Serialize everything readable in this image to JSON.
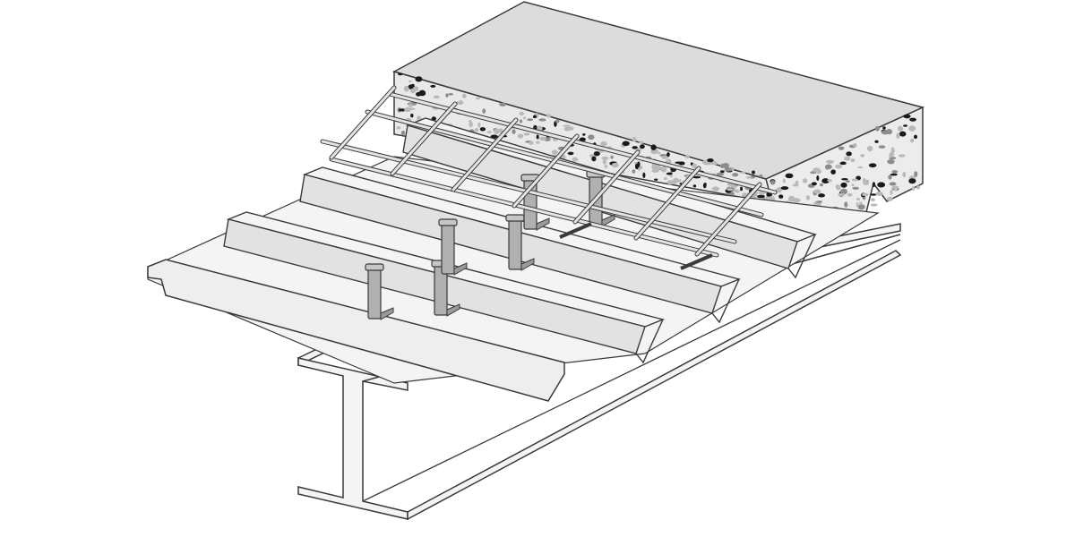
{
  "diagram": {
    "subject": "composite-floor-deck-assembly",
    "components": [
      "steel-i-beam",
      "profiled-steel-deck",
      "shear-studs",
      "rebar-mesh",
      "concrete-slab"
    ],
    "colors": {
      "background": "#ffffff",
      "outline": "#3a3a3a",
      "steel_fill": "#f4f4f4",
      "steel_shade": "#e2e2e2",
      "concrete_top": "#dcdcdc",
      "concrete_side": "#e9e9e9",
      "aggregate_dark": "#1a1a1a",
      "aggregate_mid": "#8d8d8d",
      "aggregate_light": "#b9b9b9",
      "stud_fill": "#b0b0b0",
      "rebar_fill": "#e4e4e4"
    }
  }
}
